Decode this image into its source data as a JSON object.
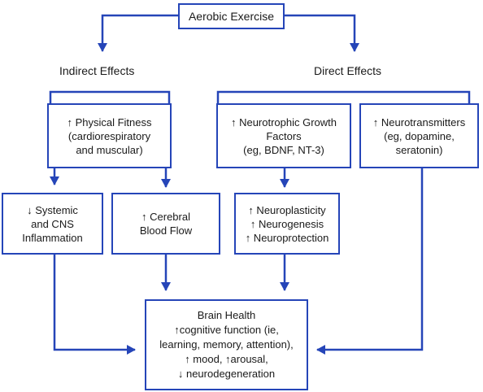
{
  "nodes": {
    "aerobic_exercise": {
      "lines": [
        "Aerobic Exercise"
      ]
    },
    "indirect_effects": {
      "lines": [
        "Indirect Effects"
      ]
    },
    "direct_effects": {
      "lines": [
        "Direct Effects"
      ]
    },
    "physical_fitness": {
      "lines": [
        "↑ Physical Fitness",
        "(cardiorespiratory",
        "and muscular)"
      ]
    },
    "neurotrophic": {
      "lines": [
        "↑ Neurotrophic Growth",
        "Factors",
        "(eg, BDNF, NT-3)"
      ]
    },
    "neurotransmitters": {
      "lines": [
        "↑ Neurotransmitters",
        "(eg, dopamine,",
        "seratonin)"
      ]
    },
    "inflammation": {
      "lines": [
        "↓ Systemic",
        "and CNS",
        "Inflammation"
      ]
    },
    "blood_flow": {
      "lines": [
        "↑ Cerebral",
        "Blood Flow"
      ]
    },
    "neuroplasticity": {
      "lines": [
        "↑ Neuroplasticity",
        "↑ Neurogenesis",
        "↑ Neuroprotection"
      ]
    },
    "brain_health": {
      "lines": [
        "Brain Health",
        "↑cognitive function (ie,",
        "learning, memory, attention),",
        "↑ mood, ↑arousal,",
        "↓ neurodegeneration"
      ]
    }
  },
  "colors": {
    "connector": "#2545b8",
    "box_border": "#2545b8",
    "text": "#1a1a1a"
  }
}
